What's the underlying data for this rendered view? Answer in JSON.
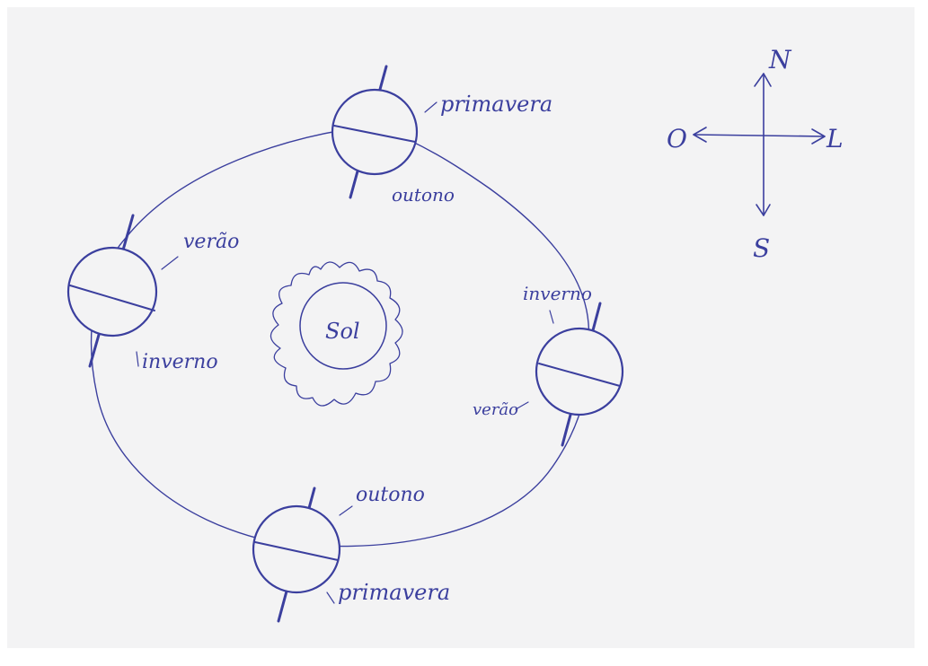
{
  "colors": {
    "ink": "#3b3f9e",
    "paper": "#f3f3f4"
  },
  "sun": {
    "label": "Sol"
  },
  "compass": {
    "north": "N",
    "south": "S",
    "east": "L",
    "west": "O"
  },
  "planets": [
    {
      "id": "top",
      "upper_label": "primavera",
      "lower_label": "outono"
    },
    {
      "id": "left",
      "upper_label": "verão",
      "lower_label": "inverno"
    },
    {
      "id": "right",
      "upper_label": "inverno",
      "lower_label": "verão"
    },
    {
      "id": "bottom",
      "upper_label": "outono",
      "lower_label": "primavera"
    }
  ]
}
